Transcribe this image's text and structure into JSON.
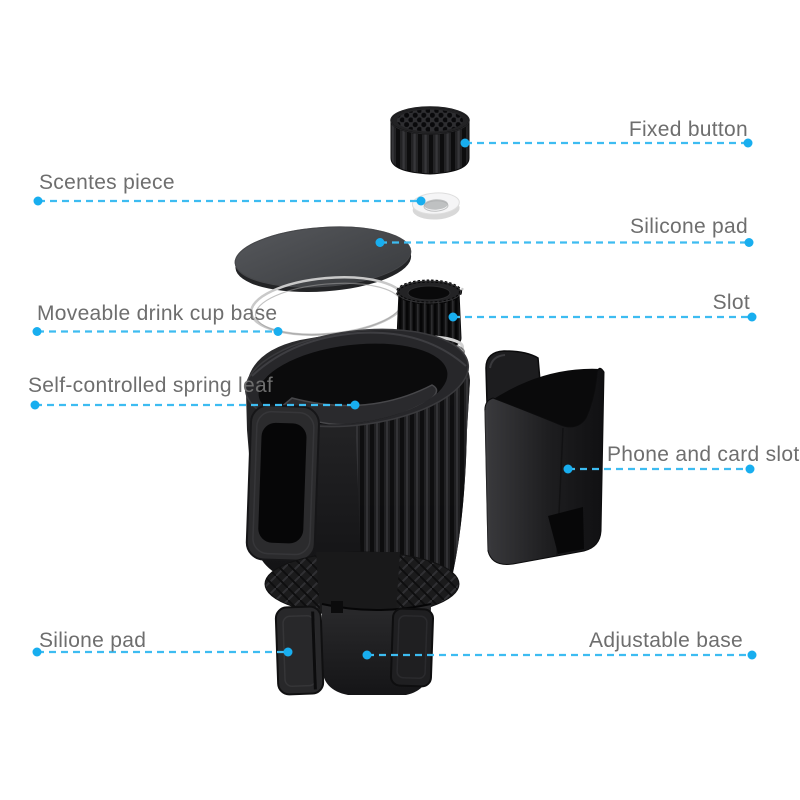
{
  "page": {
    "background": "#ffffff"
  },
  "style": {
    "leader_line_color": "#3dbcf1",
    "leader_dot_color": "#18aeef",
    "label_text_color": "#6e6e6e",
    "product_main_color": "#1a1a1b",
    "silicone_ring_color": "#f5f5f6",
    "pad_disc_color": "#46484a"
  },
  "labels": [
    {
      "id": "fixed-button",
      "text": "Fixed button"
    },
    {
      "id": "scentes-piece",
      "text": "Scentes piece"
    },
    {
      "id": "silicone-pad",
      "text": "Silicone pad"
    },
    {
      "id": "slot",
      "text": "Slot"
    },
    {
      "id": "moveable-drink-cup-base",
      "text": "Moveable drink cup base"
    },
    {
      "id": "self-controlled-spring-leaf",
      "text": "Self-controlled spring leaf"
    },
    {
      "id": "phone-and-card-slot",
      "text": "Phone and card slot"
    },
    {
      "id": "silione-pad",
      "text": "Silione pad"
    },
    {
      "id": "adjustable-base",
      "text": "Adjustable base"
    }
  ]
}
